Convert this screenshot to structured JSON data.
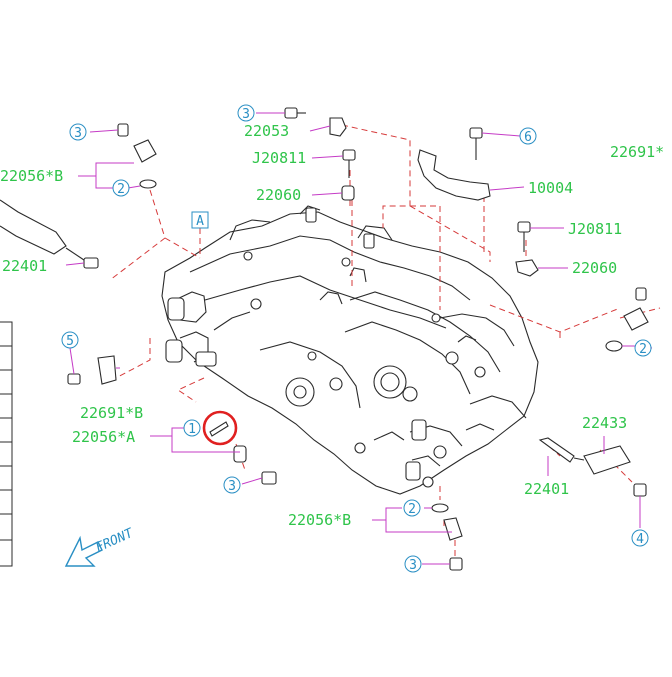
{
  "labels": {
    "p22056b_left": "22056*B",
    "p22401_left": "22401",
    "p22053": "22053",
    "pJ20811_top": "J20811",
    "p22060_top": "22060",
    "p22691_right": "22691*",
    "p10004": "10004",
    "pJ20811_right": "J20811",
    "p22060_right": "22060",
    "p22691b": "22691*B",
    "p22056a": "22056*A",
    "p22433": "22433",
    "p22401_right": "22401",
    "p22056b_bottom": "22056*B",
    "section_a": "A",
    "front": "FRONT"
  },
  "callouts": {
    "c3_top": "3",
    "c3_left": "3",
    "c2_left": "2",
    "c6": "6",
    "c5": "5",
    "c2_right": "2",
    "c1": "1",
    "c3_mid": "3",
    "c2_bottom": "2",
    "c3_bottom": "3",
    "c4": "4"
  },
  "colors": {
    "part_number": "#2fc44a",
    "callout": "#2a8fc4",
    "leader": "#c53bc6",
    "dashed_line": "#d63a3a",
    "highlight": "#e02020"
  }
}
